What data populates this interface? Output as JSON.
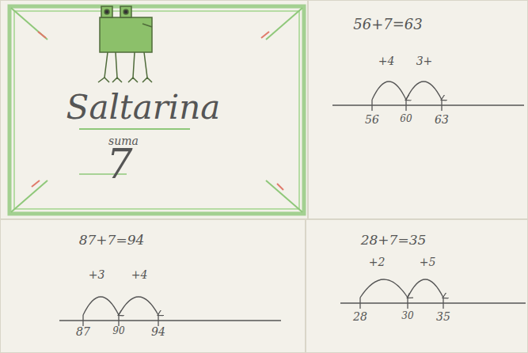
{
  "diagram": {
    "nodes": [
      {
        "text": [
          "Saltarina",
          "suma",
          "7"
        ]
      },
      {
        "text": [
          "56+7=63"
        ]
      },
      {
        "text": [
          "87+7=94"
        ]
      },
      {
        "text": [
          "28+7=35"
        ]
      }
    ],
    "labels": [
      "+4",
      "3+",
      "56",
      "60",
      "63",
      "+3",
      "+4",
      "87",
      "90",
      "94",
      "+2",
      "+5",
      "28",
      "30",
      "35"
    ]
  }
}
